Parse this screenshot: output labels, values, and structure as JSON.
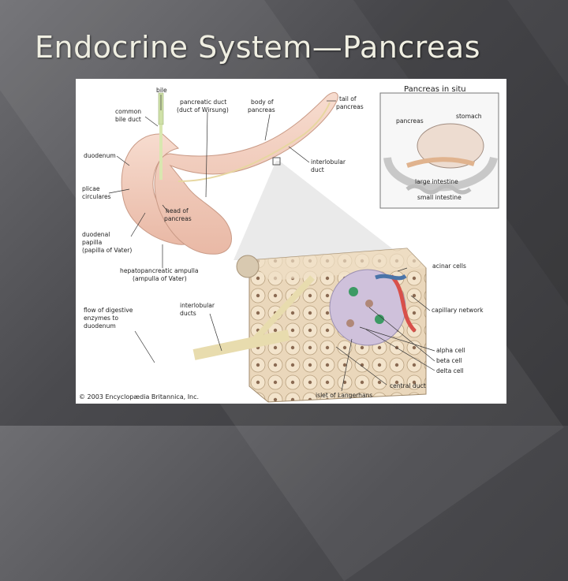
{
  "slide": {
    "title": "Endocrine System—Pancreas"
  },
  "diagram": {
    "copyright": "© 2003 Encyclopædia Britannica, Inc.",
    "inset": {
      "title": "Pancreas in situ",
      "pancreas": "pancreas",
      "stomach": "stomach",
      "large_intestine": "large intestine",
      "small_intestine": "small intestine"
    },
    "labels": {
      "bile": "bile",
      "common_bile_duct_1": "common",
      "common_bile_duct_2": "bile duct",
      "pancreatic_duct_1": "pancreatic duct",
      "pancreatic_duct_2": "(duct of Wirsung)",
      "body_1": "body of",
      "body_2": "pancreas",
      "tail_1": "tail of",
      "tail_2": "pancreas",
      "duodenum": "duodenum",
      "interlobular_duct_1": "interlobular",
      "interlobular_duct_2": "duct",
      "plicae_1": "plicae",
      "plicae_2": "circulares",
      "head_1": "head of",
      "head_2": "pancreas",
      "papilla_1": "duodenal",
      "papilla_2": "papilla",
      "papilla_3": "(papilla of Vater)",
      "ampulla_1": "hepatopancreatic ampulla",
      "ampulla_2": "(ampulla of Vater)",
      "acinar": "acinar cells",
      "flow_1": "flow of digestive",
      "flow_2": "enzymes to",
      "flow_3": "duodenum",
      "inter_ducts_1": "interlobular",
      "inter_ducts_2": "ducts",
      "capillary": "capillary network",
      "alpha": "alpha cell",
      "beta": "beta cell",
      "delta": "delta cell",
      "central_duct": "central duct",
      "islet": "islet of Langerhans"
    }
  }
}
